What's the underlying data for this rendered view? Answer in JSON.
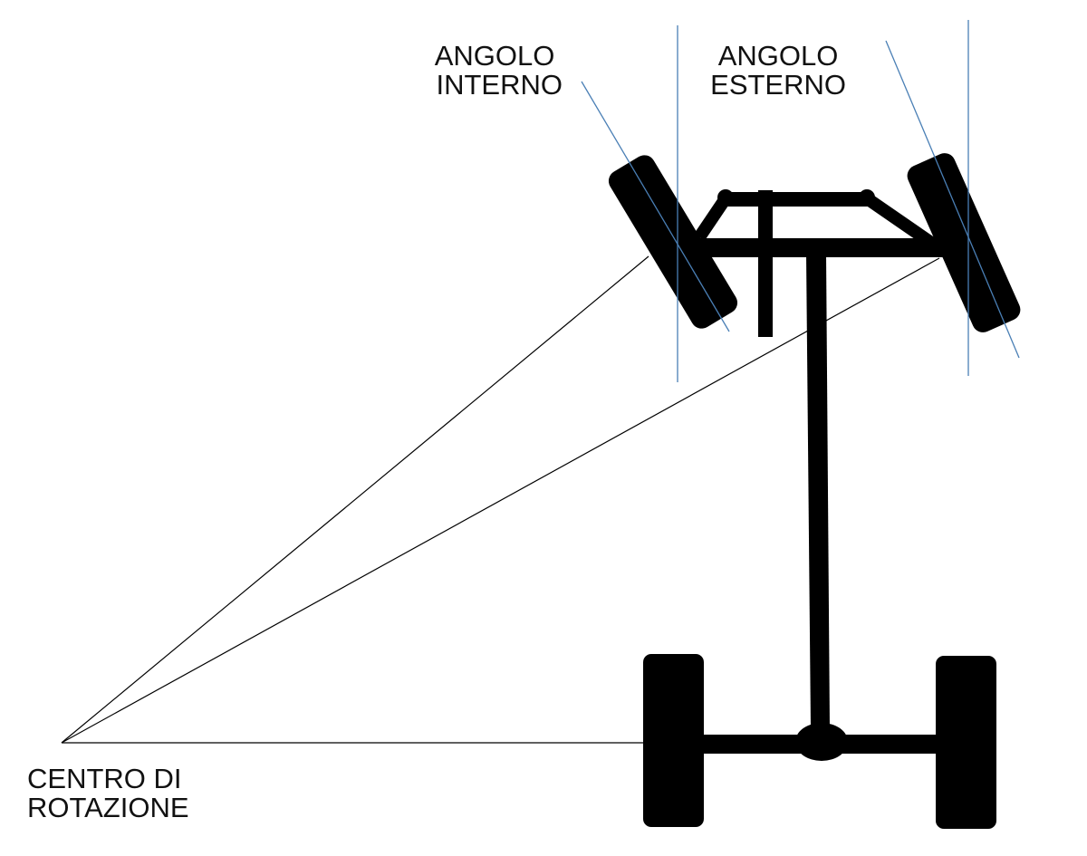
{
  "labels": {
    "inner_angle": [
      "ANGOLO",
      "INTERNO"
    ],
    "outer_angle": [
      "ANGOLO",
      "ESTERNO"
    ],
    "rotation_center": [
      "CENTRO DI",
      "ROTAZIONE"
    ]
  },
  "colors": {
    "vehicle": "#000000",
    "reference_lines": "#4a7fb5",
    "construction_lines": "#000000",
    "background": "#ffffff"
  }
}
